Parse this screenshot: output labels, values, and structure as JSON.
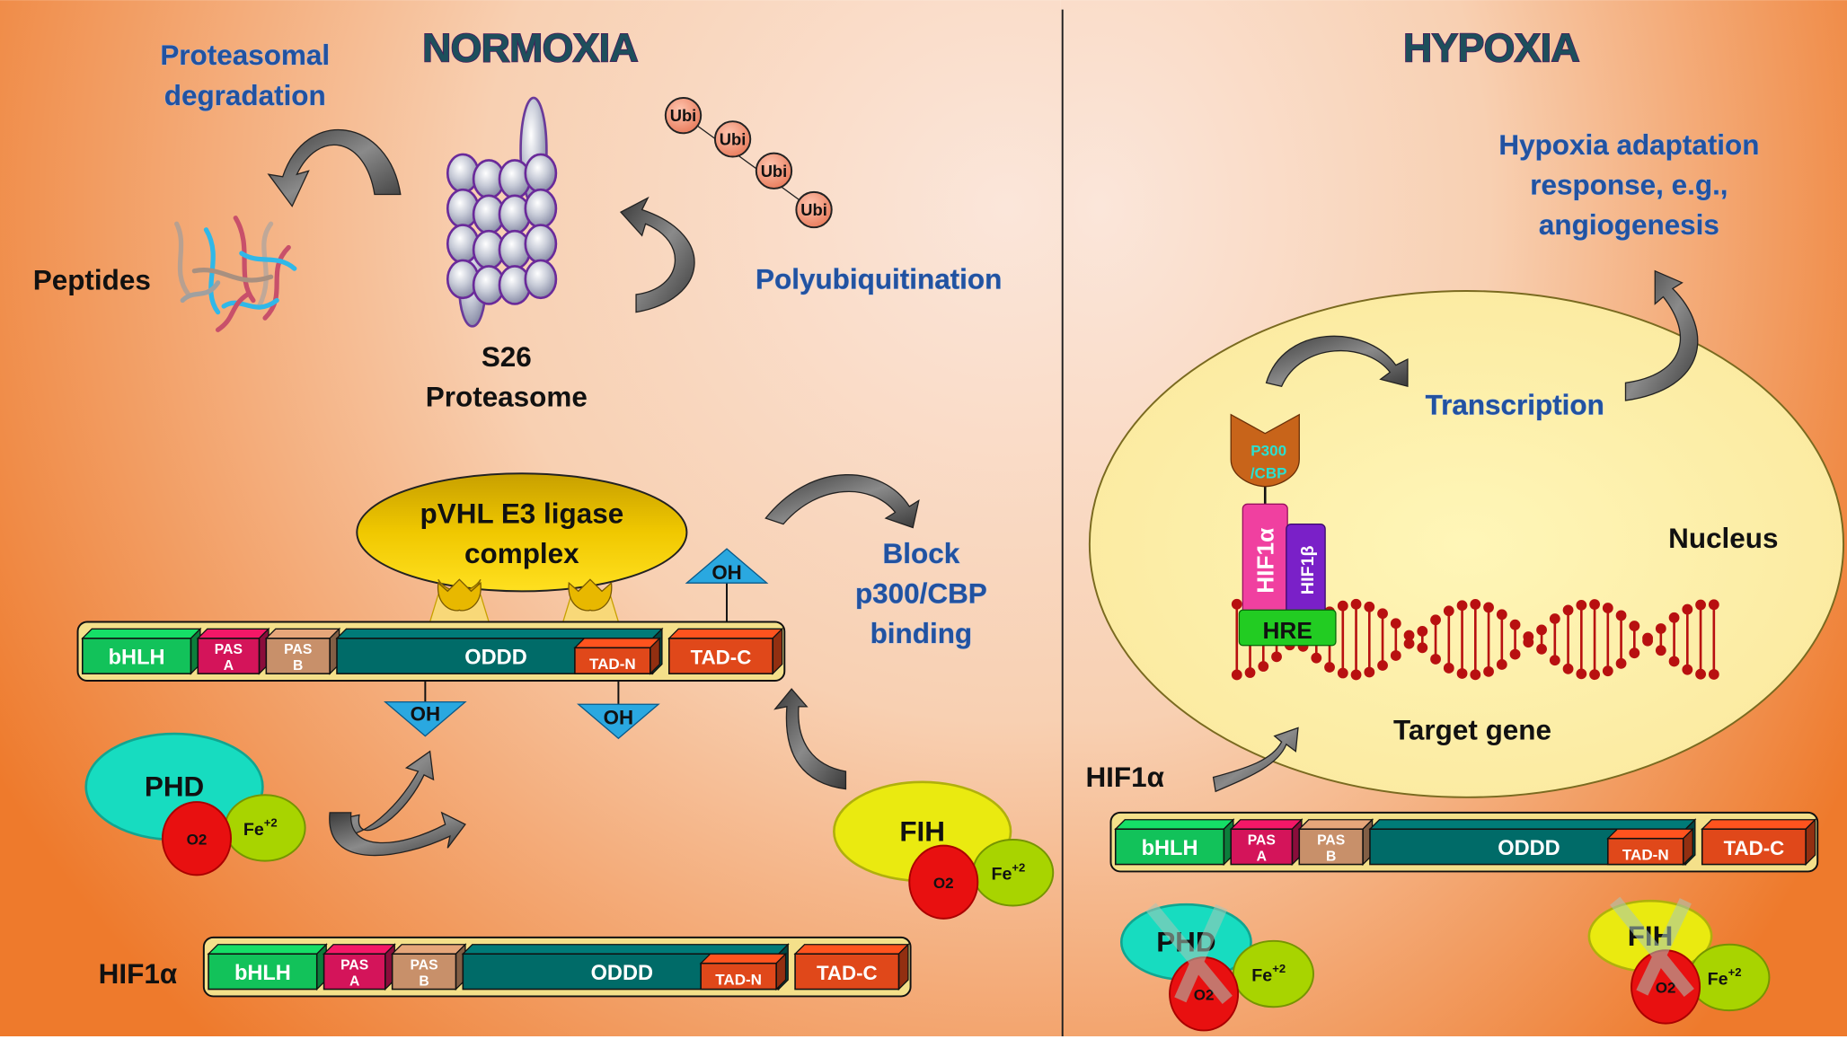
{
  "panels": {
    "normoxia": {
      "title": "NORMOXIA",
      "proteasomal_degradation": [
        "Proteasomal",
        "degradation"
      ],
      "peptides": "Peptides",
      "proteasome": [
        "S26",
        "Proteasome"
      ],
      "polyubiquitination": "Polyubiquitination",
      "ubiquitin_chain": [
        "Ubi",
        "Ubi",
        "Ubi",
        "Ubi"
      ],
      "pvhl": [
        "pVHL E3 ligase",
        "complex"
      ],
      "block": [
        "Block",
        "p300/CBP",
        "binding"
      ],
      "hydroxyl": "OH",
      "phd": {
        "label": "PHD",
        "o2": "O2",
        "fe": "Fe",
        "fe_charge": "+2"
      },
      "fih": {
        "label": "FIH",
        "o2": "O2",
        "fe": "Fe",
        "fe_charge": "+2"
      },
      "hif_label": "HIF1α"
    },
    "hypoxia": {
      "title": "HYPOXIA",
      "adaptation": [
        "Hypoxia adaptation",
        "response, e.g.,",
        "angiogenesis"
      ],
      "transcription": "Transcription",
      "nucleus": "Nucleus",
      "target_gene": "Target gene",
      "p300": [
        "P300",
        "/CBP"
      ],
      "hif1a": "HIF1α",
      "hif1b": "HIF1β",
      "hre": "HRE",
      "hif_label": "HIF1α",
      "phd": {
        "label": "PHD",
        "o2": "O2",
        "fe": "Fe",
        "fe_charge": "+2",
        "inhibited": true
      },
      "fih": {
        "label": "FIH",
        "o2": "O2",
        "fe": "Fe",
        "fe_charge": "+2",
        "inhibited": true
      }
    }
  },
  "hif_domains": {
    "bhlh": "bHLH",
    "pas_a": [
      "PAS",
      "A"
    ],
    "pas_b": [
      "PAS",
      "B"
    ],
    "oddd": "ODDD",
    "tad_n": "TAD-N",
    "tad_c": "TAD-C"
  },
  "colors": {
    "bg_edge": "#ee7a2c",
    "bg_center": "#fbe6da",
    "title": "#1d4f5c",
    "blue_text": "#2252a0",
    "bhlh": "#12c25a",
    "pas_a": "#d4145a",
    "pas_b": "#c8906a",
    "oddd": "#006b68",
    "tad": "#e0481a",
    "phd": "#17dcc0",
    "fih": "#eaea10",
    "o2": "#e81010",
    "fe": "#a8d400",
    "nucleus": "#fdf1a8",
    "dna": "#b81010",
    "hre": "#22cc22",
    "hif1a": "#f040a0",
    "hif1b": "#7a20c8",
    "p300": "#c8641a",
    "pvhl": "#e8b800",
    "oh": "#2aa8e0",
    "arrow": "#555555"
  }
}
